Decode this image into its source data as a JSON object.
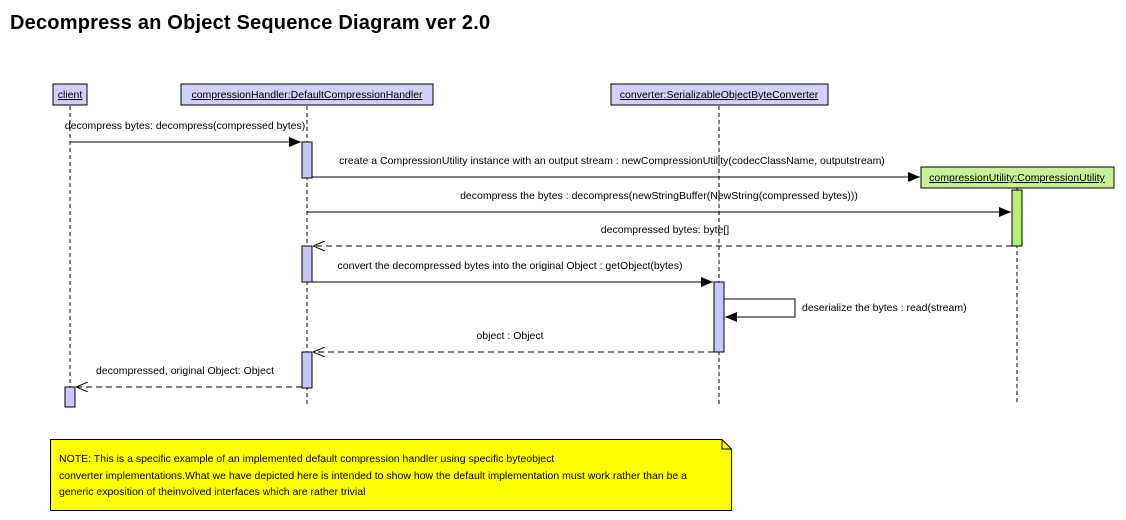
{
  "title": "Decompress an Object Sequence Diagram ver 2.0",
  "colors": {
    "activation_blue": "#c8c8f8",
    "activation_green": "#b4f074",
    "header_blue": "#d0d0f8",
    "header_green": "#c8f098",
    "note_yellow": "#ffff00"
  },
  "participants": [
    {
      "id": "client",
      "label": "client"
    },
    {
      "id": "handler",
      "label": "compressionHandler:DefaultCompressionHandler"
    },
    {
      "id": "converter",
      "label": "converter:SerializableObjectByteConverter"
    },
    {
      "id": "utility",
      "label": "compressionUtility:CompressionUtility"
    }
  ],
  "messages": [
    {
      "id": "m1",
      "label": "decompress bytes: decompress(compressed bytes)",
      "from": "client",
      "to": "handler",
      "kind": "call"
    },
    {
      "id": "m2",
      "label": "create a CompressionUtility instance with an output stream  : newCompressionUtility(codecClassName, outputstream)",
      "from": "handler",
      "to": "utility",
      "kind": "create"
    },
    {
      "id": "m3",
      "label": "decompress the bytes : decompress(newStringBuffer(NewString(compressed bytes)))",
      "from": "handler",
      "to": "utility",
      "kind": "call"
    },
    {
      "id": "m4",
      "label": "decompressed bytes: byte[]",
      "from": "utility",
      "to": "handler",
      "kind": "return"
    },
    {
      "id": "m5",
      "label": "convert the decompressed bytes into the original Object : getObject(bytes)",
      "from": "handler",
      "to": "converter",
      "kind": "call"
    },
    {
      "id": "m6",
      "label": "deserialize the bytes : read(stream)",
      "from": "converter",
      "to": "converter",
      "kind": "self"
    },
    {
      "id": "m7",
      "label": "object : Object",
      "from": "converter",
      "to": "handler",
      "kind": "return"
    },
    {
      "id": "m8",
      "label": "decompressed, original Object: Object",
      "from": "handler",
      "to": "client",
      "kind": "return"
    }
  ],
  "note": {
    "text": "NOTE: This is a specific example of an implemented default compression handler using specific byteobject\nconverter implementations.What we have depicted here is intended to show how the default implementation must work rather than be a\ngeneric exposition of theinvolved  interfaces which are rather trivial"
  }
}
